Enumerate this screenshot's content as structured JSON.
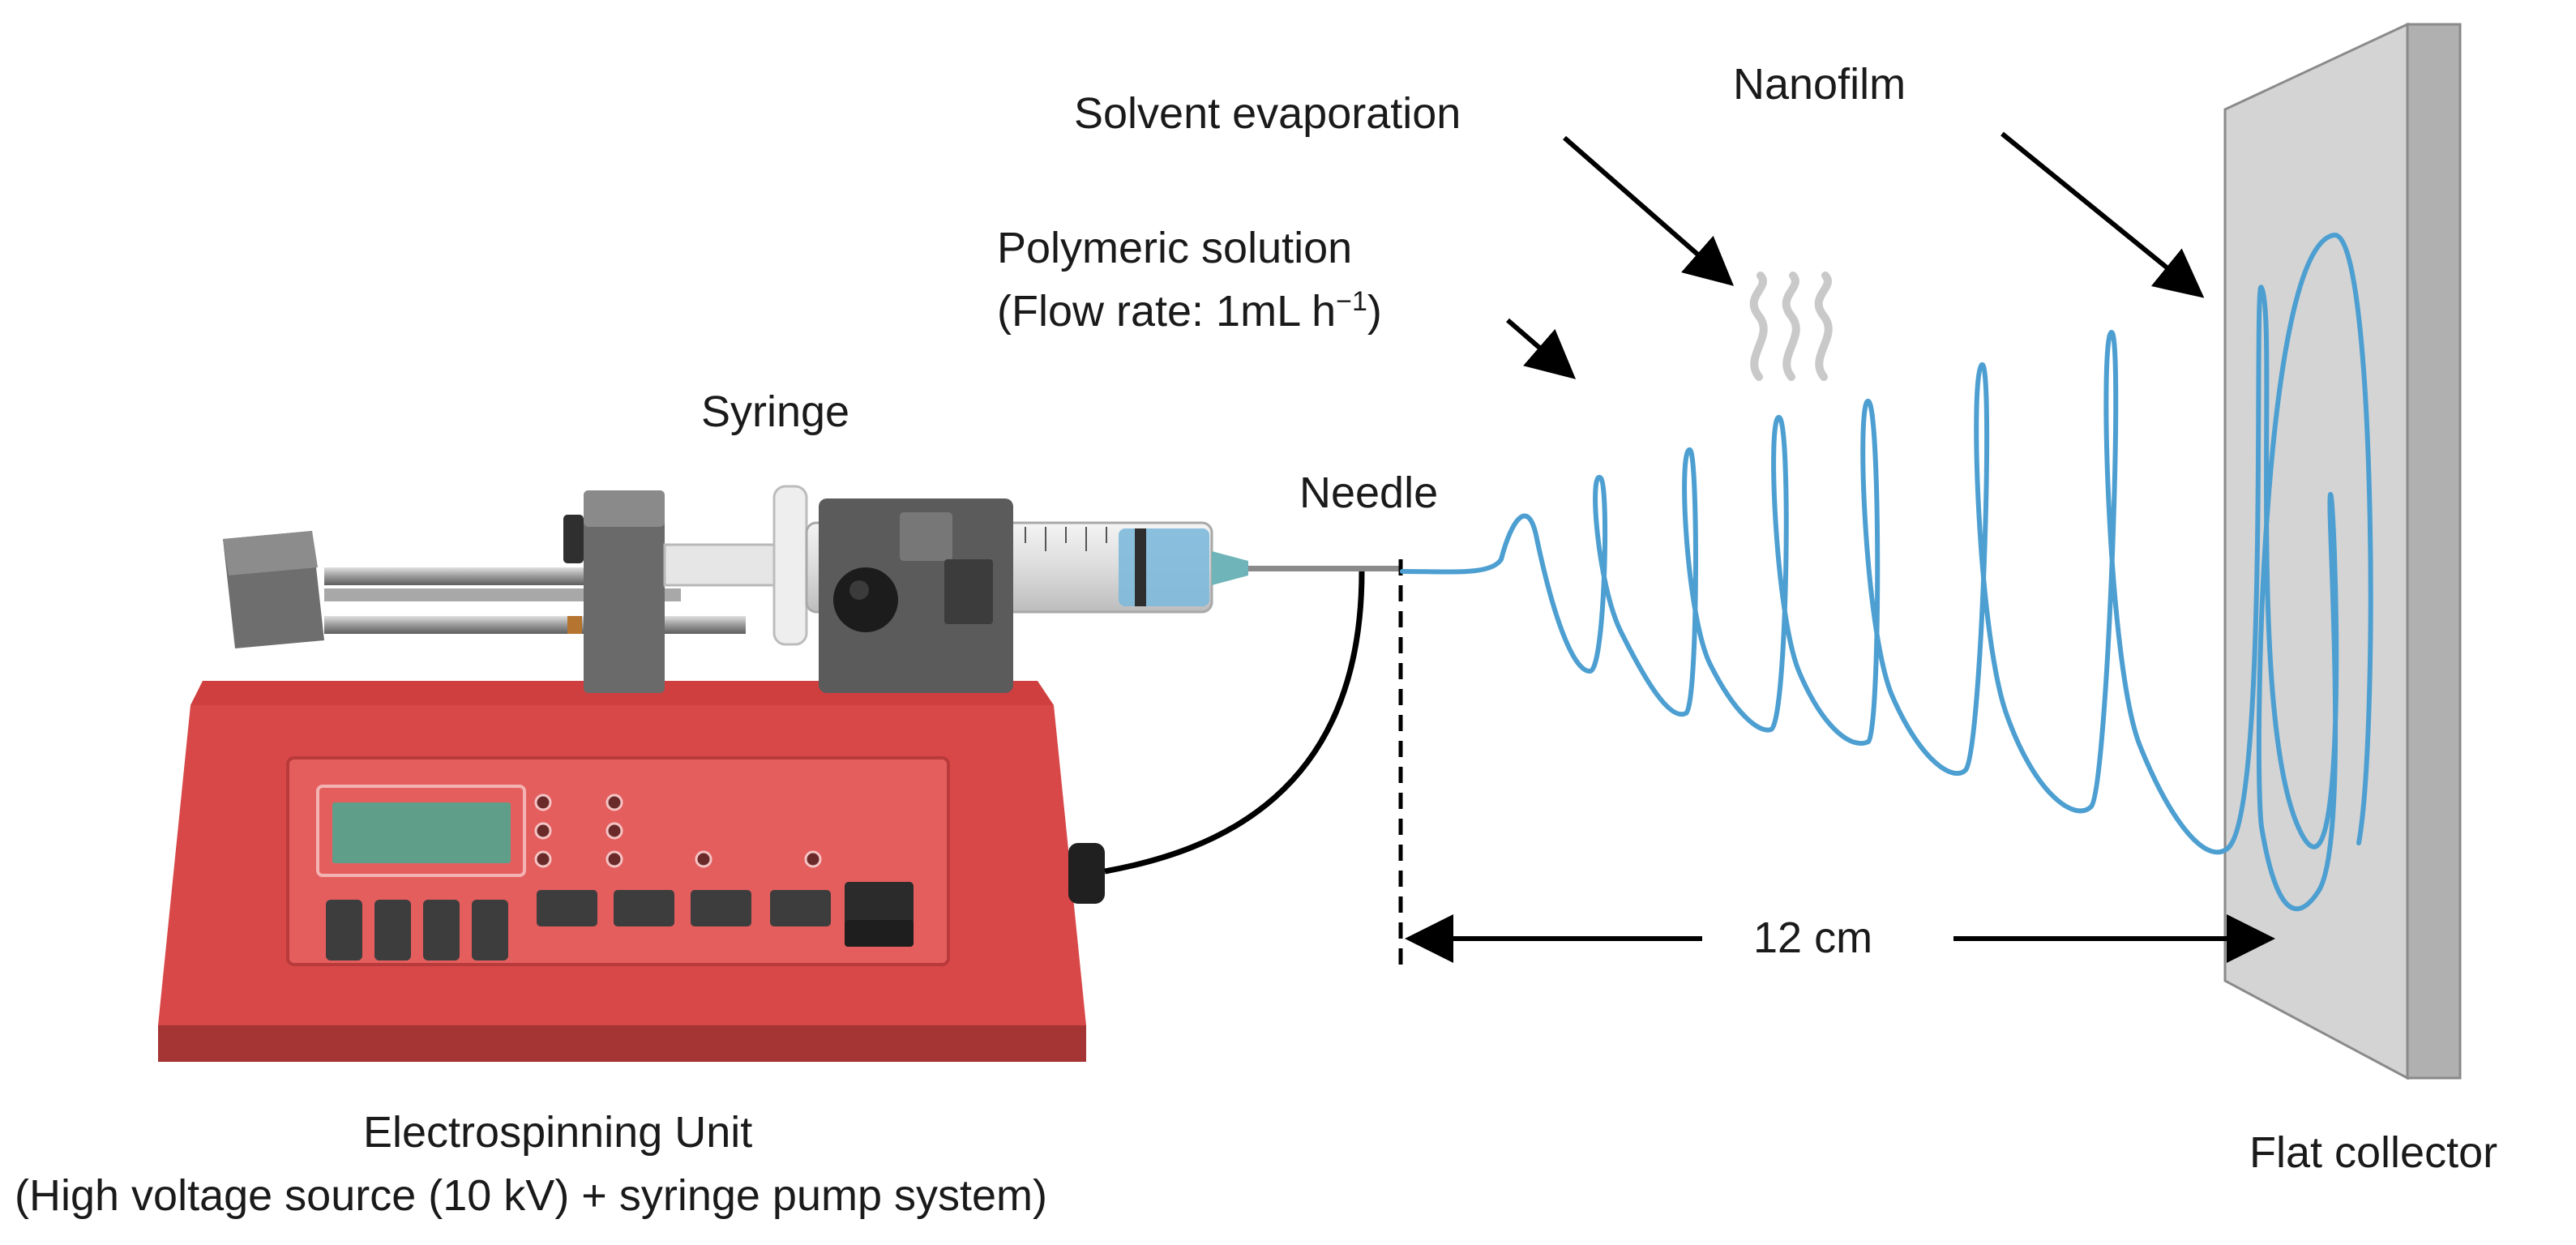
{
  "labels": {
    "nanofilm": "Nanofilm",
    "solvent_evaporation": "Solvent evaporation",
    "polymeric_solution_line1": "Polymeric solution",
    "polymeric_solution_line2_prefix": "(Flow rate: 1mL h",
    "polymeric_solution_line2_sup": "−1",
    "polymeric_solution_line2_suffix": ")",
    "syringe": "Syringe",
    "needle": "Needle",
    "distance": "12 cm",
    "unit_title": "Electrospinning Unit",
    "unit_subtitle": "(High voltage source (10 kV) + syringe pump system)",
    "collector": "Flat collector"
  },
  "colors": {
    "pump_body": "#d94848",
    "pump_panel": "#e55e5e",
    "pump_top": "#cf3f3f",
    "fiber": "#4d9fd1",
    "collector": "#d4d4d4",
    "metal": "#7a7a7a",
    "lcd": "#5f9f8a",
    "steam": "#c9c9c9"
  },
  "icons": {
    "pump": "syringe-pump-icon",
    "syringe": "syringe-icon",
    "collector": "flat-collector-plate-icon",
    "steam": "steam-wisps-icon"
  }
}
